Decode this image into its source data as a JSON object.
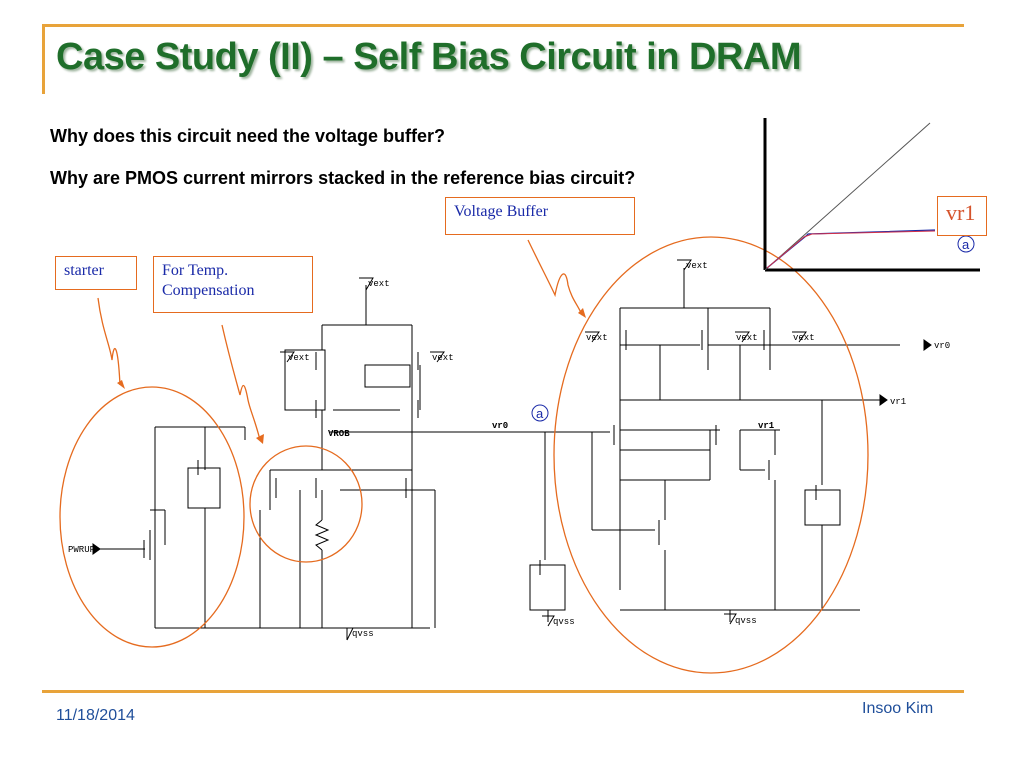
{
  "slide": {
    "title": "Case Study (II) – Self Bias Circuit in DRAM",
    "questions": [
      "Why does this circuit need the voltage buffer?",
      "Why are PMOS current mirrors stacked in the reference bias circuit?"
    ],
    "footer": {
      "date": "11/18/2014",
      "author": "Insoo Kim"
    }
  },
  "callouts": {
    "starter": "starter",
    "temp_compensation": "For Temp. Compensation",
    "voltage_buffer": "Voltage Buffer",
    "vr1": "vr1"
  },
  "markers": {
    "node_a": "a"
  },
  "schematic_labels": {
    "vext": "vext",
    "vss": "qvss",
    "pwrup": "PWRUP",
    "vrob": "VROB",
    "vr0_node": "vr0",
    "vr1_node": "vr1",
    "vr0_out": "vr0",
    "vr1_out": "vr1"
  },
  "colors": {
    "title": "#1f6e2a",
    "accent": "#e8a33a",
    "callout_border": "#e56b1f",
    "callout_text": "#1a2aa8",
    "footer_text": "#1f4e9a"
  }
}
